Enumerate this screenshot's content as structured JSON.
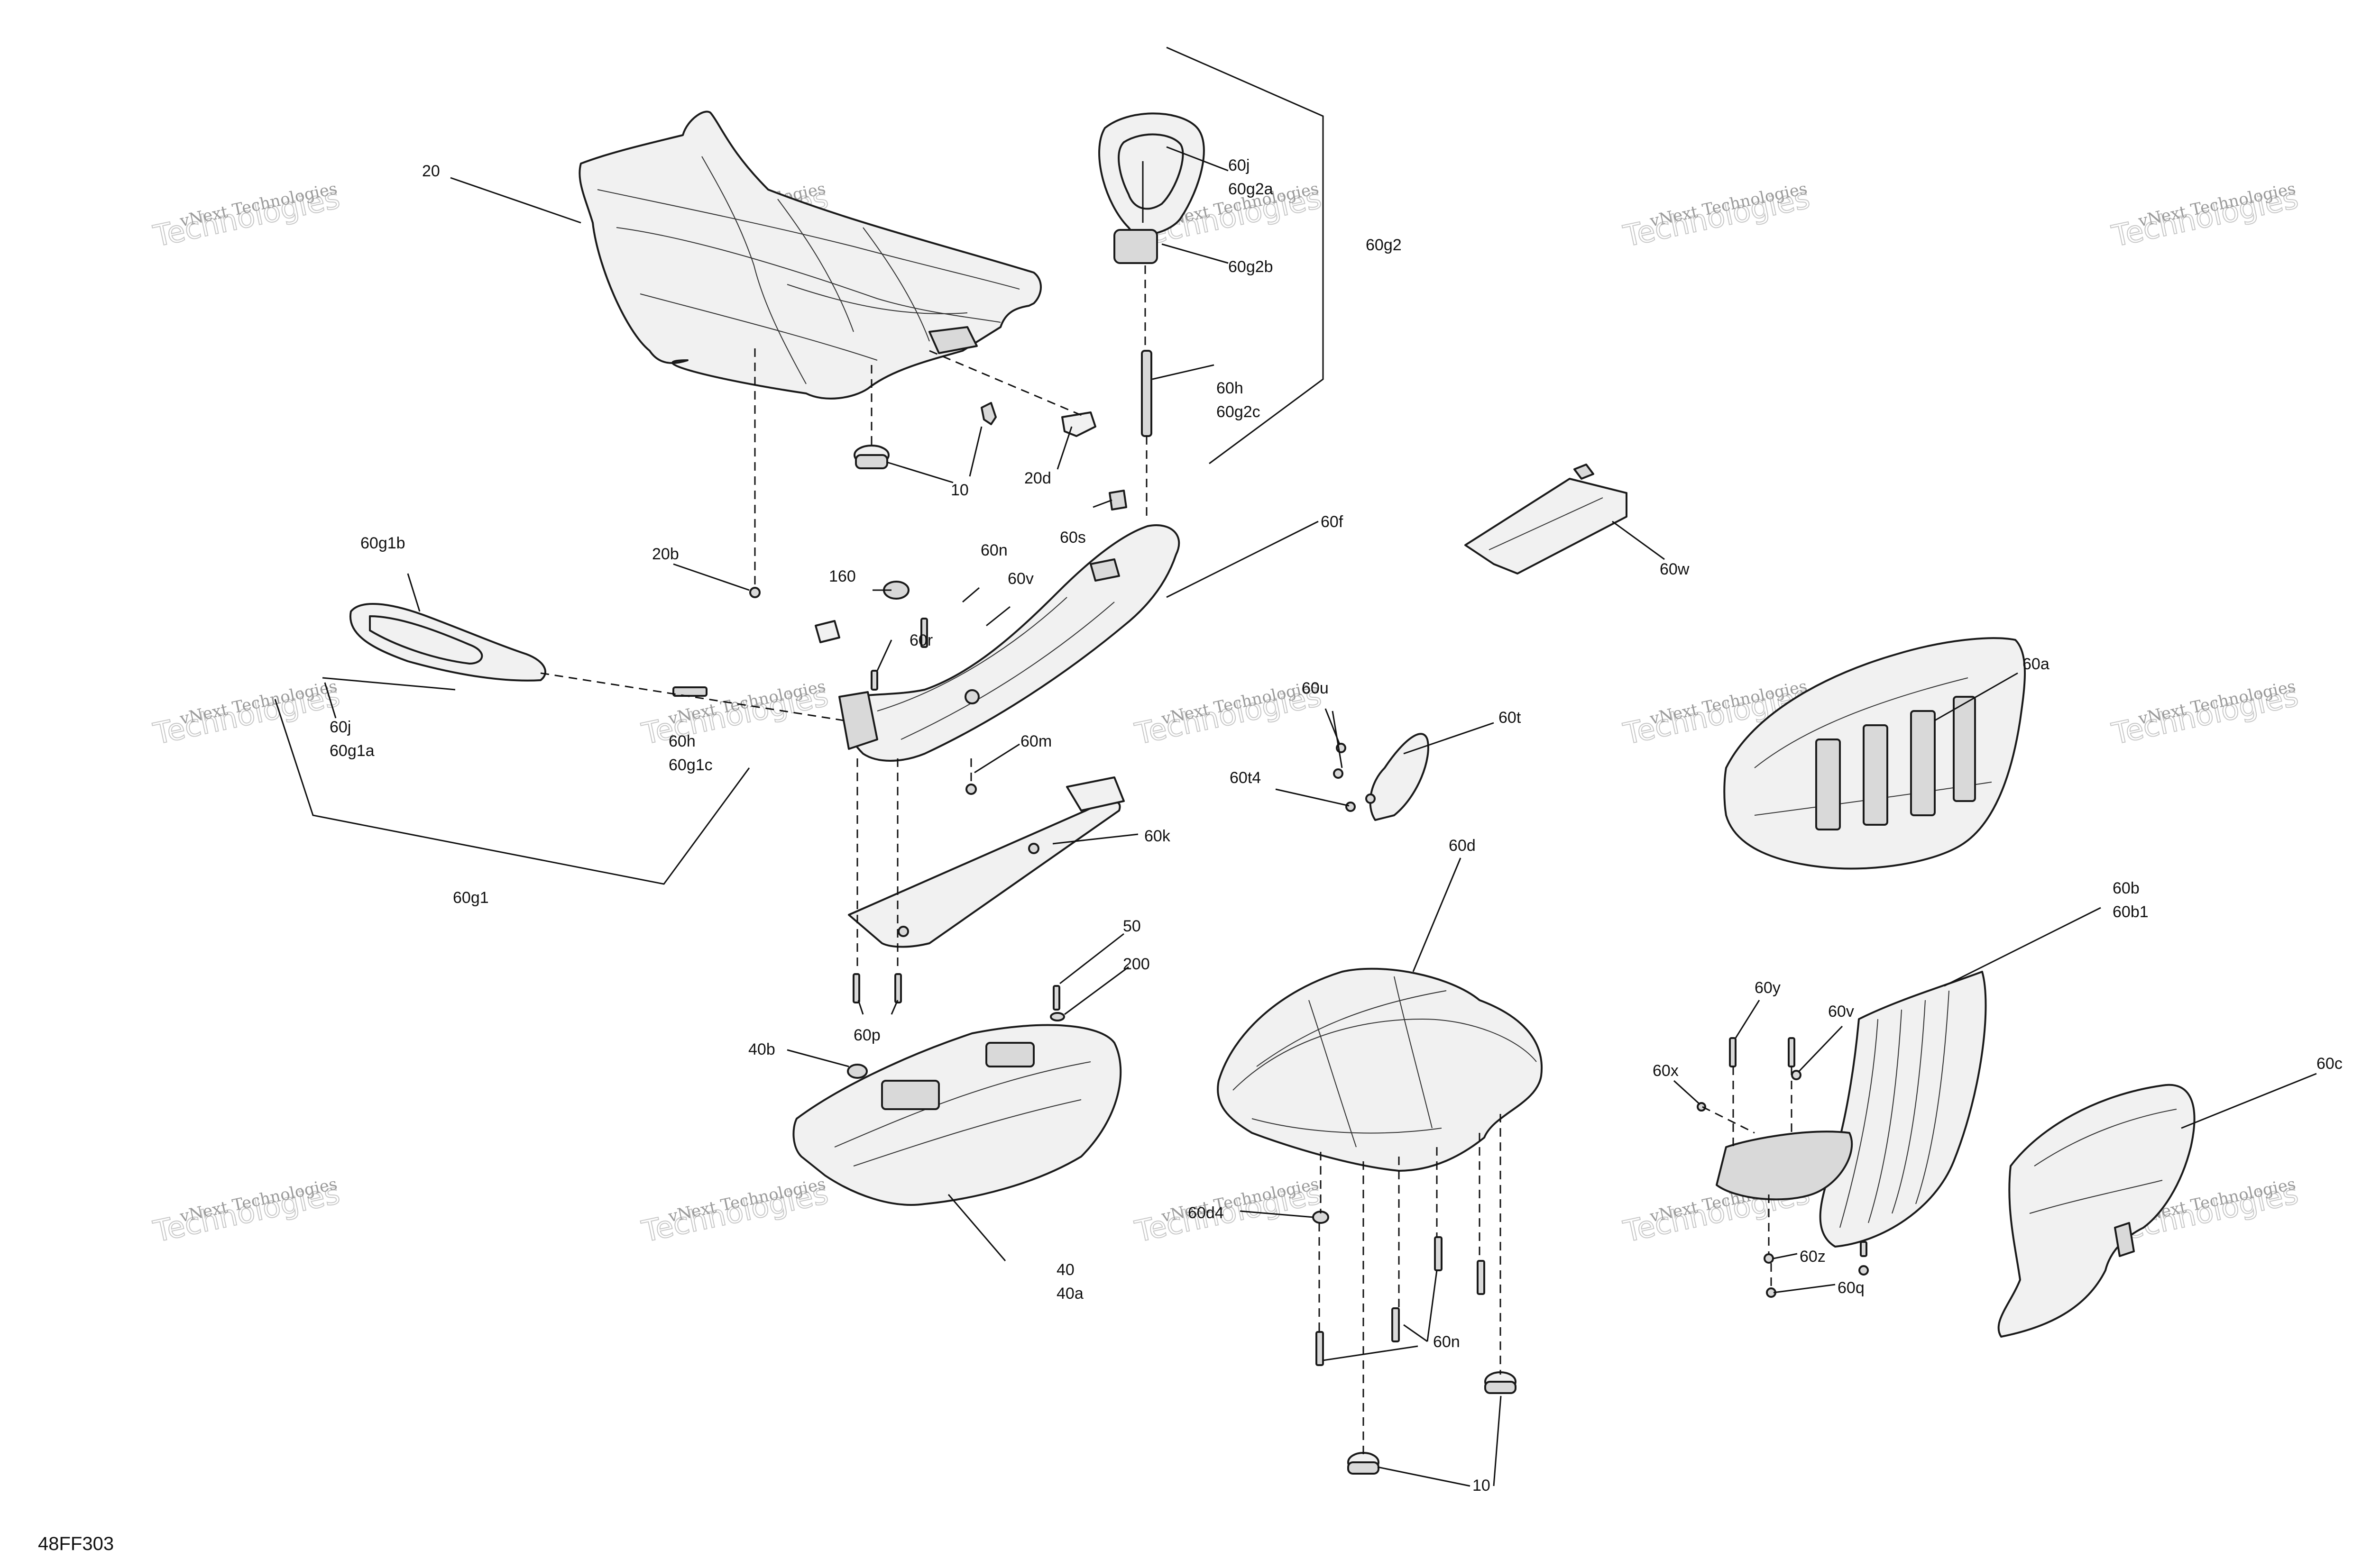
{
  "diagram_code": "48FF303",
  "watermark": {
    "line1": "vNext Technologies",
    "line2": "Technologies"
  },
  "callouts": {
    "c20": "20",
    "c20b": "20b",
    "c20d": "20d",
    "c10_top": "10",
    "c10_bottom": "10",
    "c160": "160",
    "c40": "40",
    "c40a": "40a",
    "c40b": "40b",
    "c50": "50",
    "c200": "200",
    "c60a": "60a",
    "c60b": "60b",
    "c60b1": "60b1",
    "c60c": "60c",
    "c60d": "60d",
    "c60d4": "60d4",
    "c60f": "60f",
    "c60g1": "60g1",
    "c60g1a": "60g1a",
    "c60g1b": "60g1b",
    "c60g1c": "60g1c",
    "c60g2": "60g2",
    "c60g2a": "60g2a",
    "c60g2b": "60g2b",
    "c60g2c": "60g2c",
    "c60h_top": "60h",
    "c60h_left": "60h",
    "c60j_top": "60j",
    "c60j_left": "60j",
    "c60k": "60k",
    "c60m": "60m",
    "c60n_top": "60n",
    "c60n_bottom": "60n",
    "c60p": "60p",
    "c60q": "60q",
    "c60r": "60r",
    "c60s": "60s",
    "c60t": "60t",
    "c60t4": "60t4",
    "c60u": "60u",
    "c60v_top": "60v",
    "c60v_right": "60v",
    "c60w": "60w",
    "c60x": "60x",
    "c60y": "60y",
    "c60z": "60z"
  }
}
